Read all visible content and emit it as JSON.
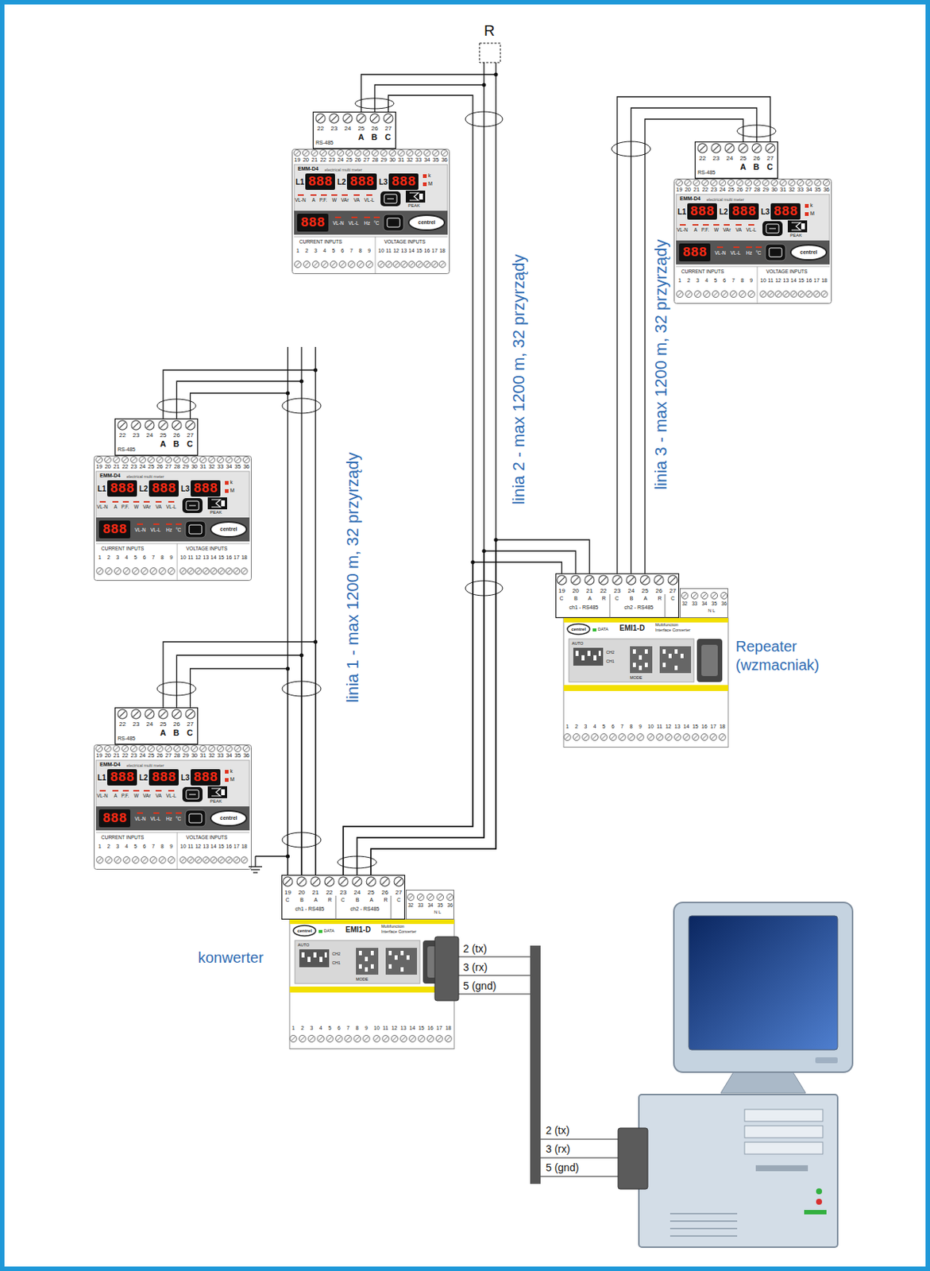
{
  "diagram": {
    "nodes": [
      {
        "text": [
          "22 23 24 25 26 27",
          "A B C",
          "RS-485"
        ]
      },
      {
        "text": [
          "19 20 21 22 23 24 25 26 27 28 29 30 31 32 33 34 35 36",
          "EMM-D4",
          "electrical multi meter",
          "L1",
          "888",
          "L2",
          "888",
          "L3",
          "888",
          "k",
          "M",
          "VL-N",
          "A",
          "P.F.",
          "W",
          "VAr",
          "VA",
          "VL-L",
          "PEAK",
          "888",
          "VL-N",
          "VL-L",
          "Hz",
          "°C",
          "centrel",
          "CURRENT INPUTS",
          "VOLTAGE INPUTS",
          "1 2 3 4 5 6 7 8 9",
          "10 11 12 13 14 15 16 17 18"
        ]
      },
      {
        "text": [
          "22 23 24 25 26 27",
          "A B C",
          "RS-485"
        ]
      },
      {
        "text": [
          "19 20 21 22 23 24 25 26 27 28 29 30 31 32 33 34 35 36",
          "EMM-D4",
          "electrical multi meter",
          "L1",
          "888",
          "L2",
          "888",
          "L3",
          "888",
          "k",
          "M",
          "VL-N",
          "A",
          "P.F.",
          "W",
          "VAr",
          "VA",
          "VL-L",
          "PEAK",
          "888",
          "VL-N",
          "VL-L",
          "Hz",
          "°C",
          "centrel",
          "CURRENT INPUTS",
          "VOLTAGE INPUTS",
          "1 2 3 4 5 6 7 8 9",
          "10 11 12 13 14 15 16 17 18"
        ]
      },
      {
        "text": [
          "22 23 24 25 26 27",
          "A B C",
          "RS-485"
        ]
      },
      {
        "text": [
          "19 20 21 22 23 24 25 26 27 28 29 30 31 32 33 34 35 36",
          "EMM-D4",
          "electrical multi meter",
          "L1",
          "888",
          "L2",
          "888",
          "L3",
          "888",
          "k",
          "M",
          "VL-N",
          "A",
          "P.F.",
          "W",
          "VAr",
          "VA",
          "VL-L",
          "PEAK",
          "888",
          "VL-N",
          "VL-L",
          "Hz",
          "°C",
          "centrel",
          "CURRENT INPUTS",
          "VOLTAGE INPUTS",
          "1 2 3 4 5 6 7 8 9",
          "10 11 12 13 14 15 16 17 18"
        ]
      },
      {
        "text": [
          "22 23 24 25 26 27",
          "A B C",
          "RS-485"
        ]
      },
      {
        "text": [
          "19 20 21 22 23 24 25 26 27 28 29 30 31 32 33 34 35 36",
          "EMM-D4",
          "electrical multi meter",
          "L1",
          "888",
          "L2",
          "888",
          "L3",
          "888",
          "k",
          "M",
          "VL-N",
          "A",
          "P.F.",
          "W",
          "VAr",
          "VA",
          "VL-L",
          "PEAK",
          "888",
          "VL-N",
          "VL-L",
          "Hz",
          "°C",
          "centrel",
          "CURRENT INPUTS",
          "VOLTAGE INPUTS",
          "1 2 3 4 5 6 7 8 9",
          "10 11 12 13 14 15 16 17 18"
        ]
      },
      {
        "text": [
          "Repeater (wzmacniak)",
          "centrel",
          "DATA",
          "EMI1-D",
          "Multifunction Interface Converter",
          "AUTO",
          "CH2",
          "CH1",
          "MODE",
          "32 33 34 35 36",
          "N L",
          "1 2 3 4 5 6 7 8 9",
          "10 11 12 13 14 15 16 17 18"
        ]
      },
      {
        "text": [
          "19 20 21 22 23 24 25 26 27",
          "C B A R",
          "C B A R",
          "C",
          "ch1 - RS485",
          "ch2 - RS485"
        ],
        "in": 8
      },
      {
        "text": [
          "konwerter",
          "centrel",
          "DATA",
          "EMI1-D",
          "Multifunction Interface Converter",
          "AUTO",
          "CH2",
          "CH1",
          "MODE",
          "32 33 34 35 36",
          "N L",
          "1 2 3 4 5 6 7 8 9",
          "10 11 12 13 14 15 16 17 18"
        ]
      },
      {
        "text": [
          "19 20 21 22 23 24 25 26 27",
          "C B A R",
          "C B A R",
          "C",
          "ch1 - RS485",
          "ch2 - RS485"
        ],
        "in": 10
      }
    ],
    "edges": [
      {
        "from": 11,
        "to": 4,
        "arrow": "none"
      },
      {
        "from": 11,
        "to": 6,
        "arrow": "none"
      },
      {
        "from": 11,
        "to": 0,
        "arrow": "none"
      },
      {
        "from": 11,
        "to": 9,
        "arrow": "none"
      },
      {
        "from": 9,
        "to": 2,
        "arrow": "none"
      }
    ],
    "labels": [
      "R",
      "linia 1 - max 1200 m, 32 przyrządy",
      "linia 2 - max 1200 m, 32 przyrządy",
      "linia 3 - max 1200 m, 32 przyrządy",
      "2 (tx)",
      "3 (rx)",
      "5 (gnd)",
      "2 (tx)",
      "3 (rx)",
      "5 (gnd)"
    ]
  }
}
